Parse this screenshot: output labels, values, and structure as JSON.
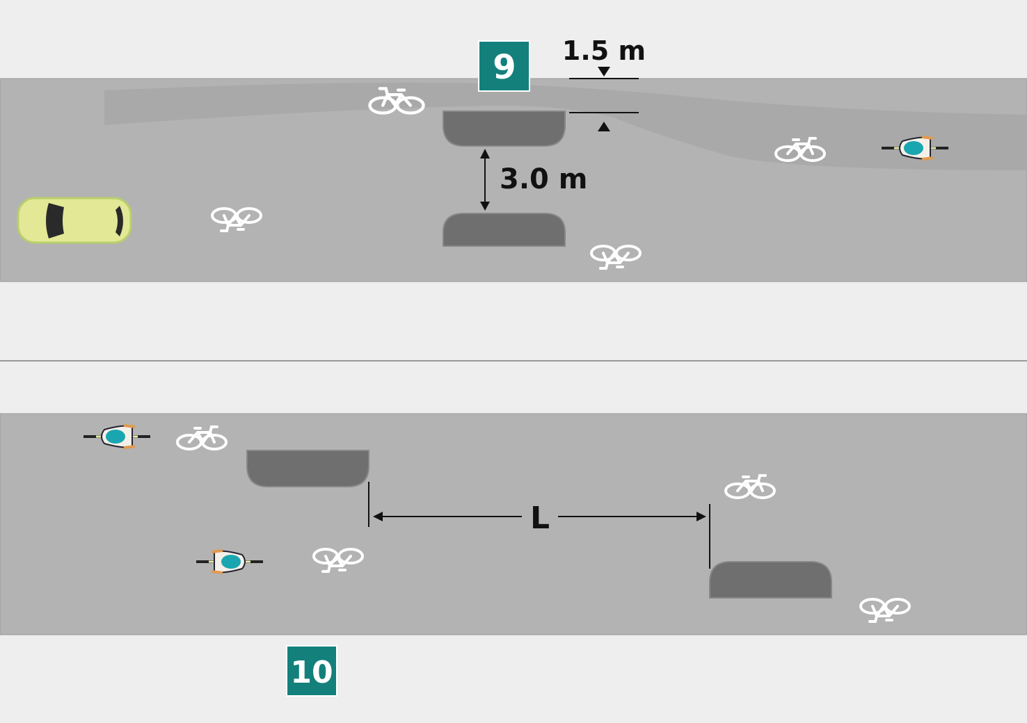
{
  "colors": {
    "background": "#eeeeee",
    "road": "#b3b3b3",
    "island": "#6f6f6f",
    "badge": "#13807c",
    "car": "#e3e896",
    "bike_symbol": "#ffffff"
  },
  "panels": [
    {
      "badge": "9",
      "dimensions": {
        "offset": "1.5 m",
        "gap": "3.0 m"
      }
    },
    {
      "badge": "10",
      "dimensions": {
        "spacing": "L"
      }
    }
  ],
  "icons": [
    "car-icon",
    "cyclist-icon",
    "bicycle-marking-icon"
  ]
}
